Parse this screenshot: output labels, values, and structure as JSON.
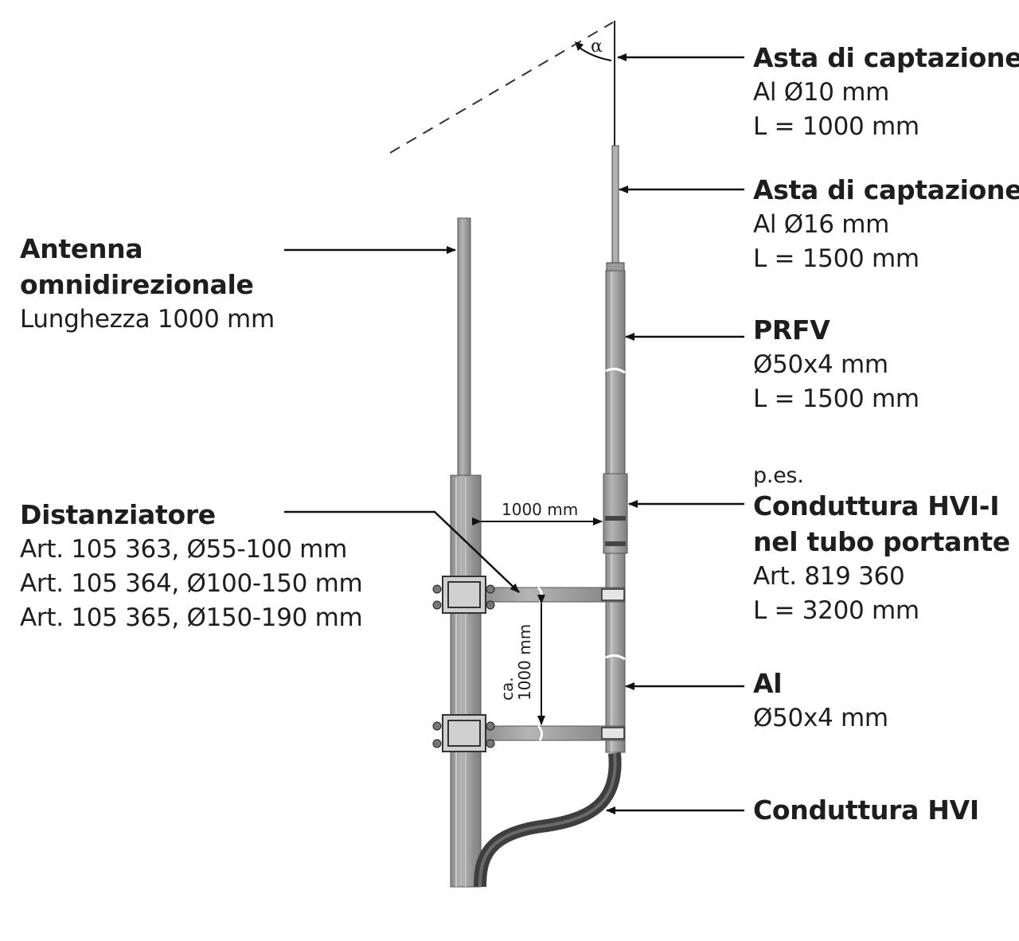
{
  "labels": {
    "tip_rod": {
      "title": "Asta di captazione",
      "line1": "Al Ø10 mm",
      "line2": "L = 1000 mm"
    },
    "rod": {
      "title": "Asta di captazione",
      "line1": "Al Ø16 mm",
      "line2": "L = 1500 mm"
    },
    "prfv": {
      "title": "PRFV",
      "line1": "Ø50x4 mm",
      "line2": "L = 1500 mm"
    },
    "hvi_i": {
      "pre": "p.es.",
      "title1": "Conduttura HVI-I",
      "title2": "nel tubo portante",
      "line1": "Art. 819 360",
      "line2": "L = 3200 mm"
    },
    "al": {
      "title": "Al",
      "line1": "Ø50x4 mm"
    },
    "hvi": {
      "title": "Conduttura HVI"
    },
    "antenna": {
      "title1": "Antenna",
      "title2": "omnidirezionale",
      "line1": "Lunghezza 1000 mm"
    },
    "spacer": {
      "title": "Distanziatore",
      "art1": "Art. 105 363,  Ø55-100 mm",
      "art2": "Art. 105 364,  Ø100-150 mm",
      "art3": "Art. 105 365,  Ø150-190 mm"
    }
  },
  "dimensions": {
    "horizontal": "1000 mm",
    "vertical_ca": "ca.",
    "vertical_value": "1000 mm",
    "angle": "α"
  },
  "colors": {
    "pipe_fill": "#9a9a9a",
    "pipe_stripe": "#b8b8b8",
    "cable": "#4a4a4a",
    "line": "#111111"
  }
}
